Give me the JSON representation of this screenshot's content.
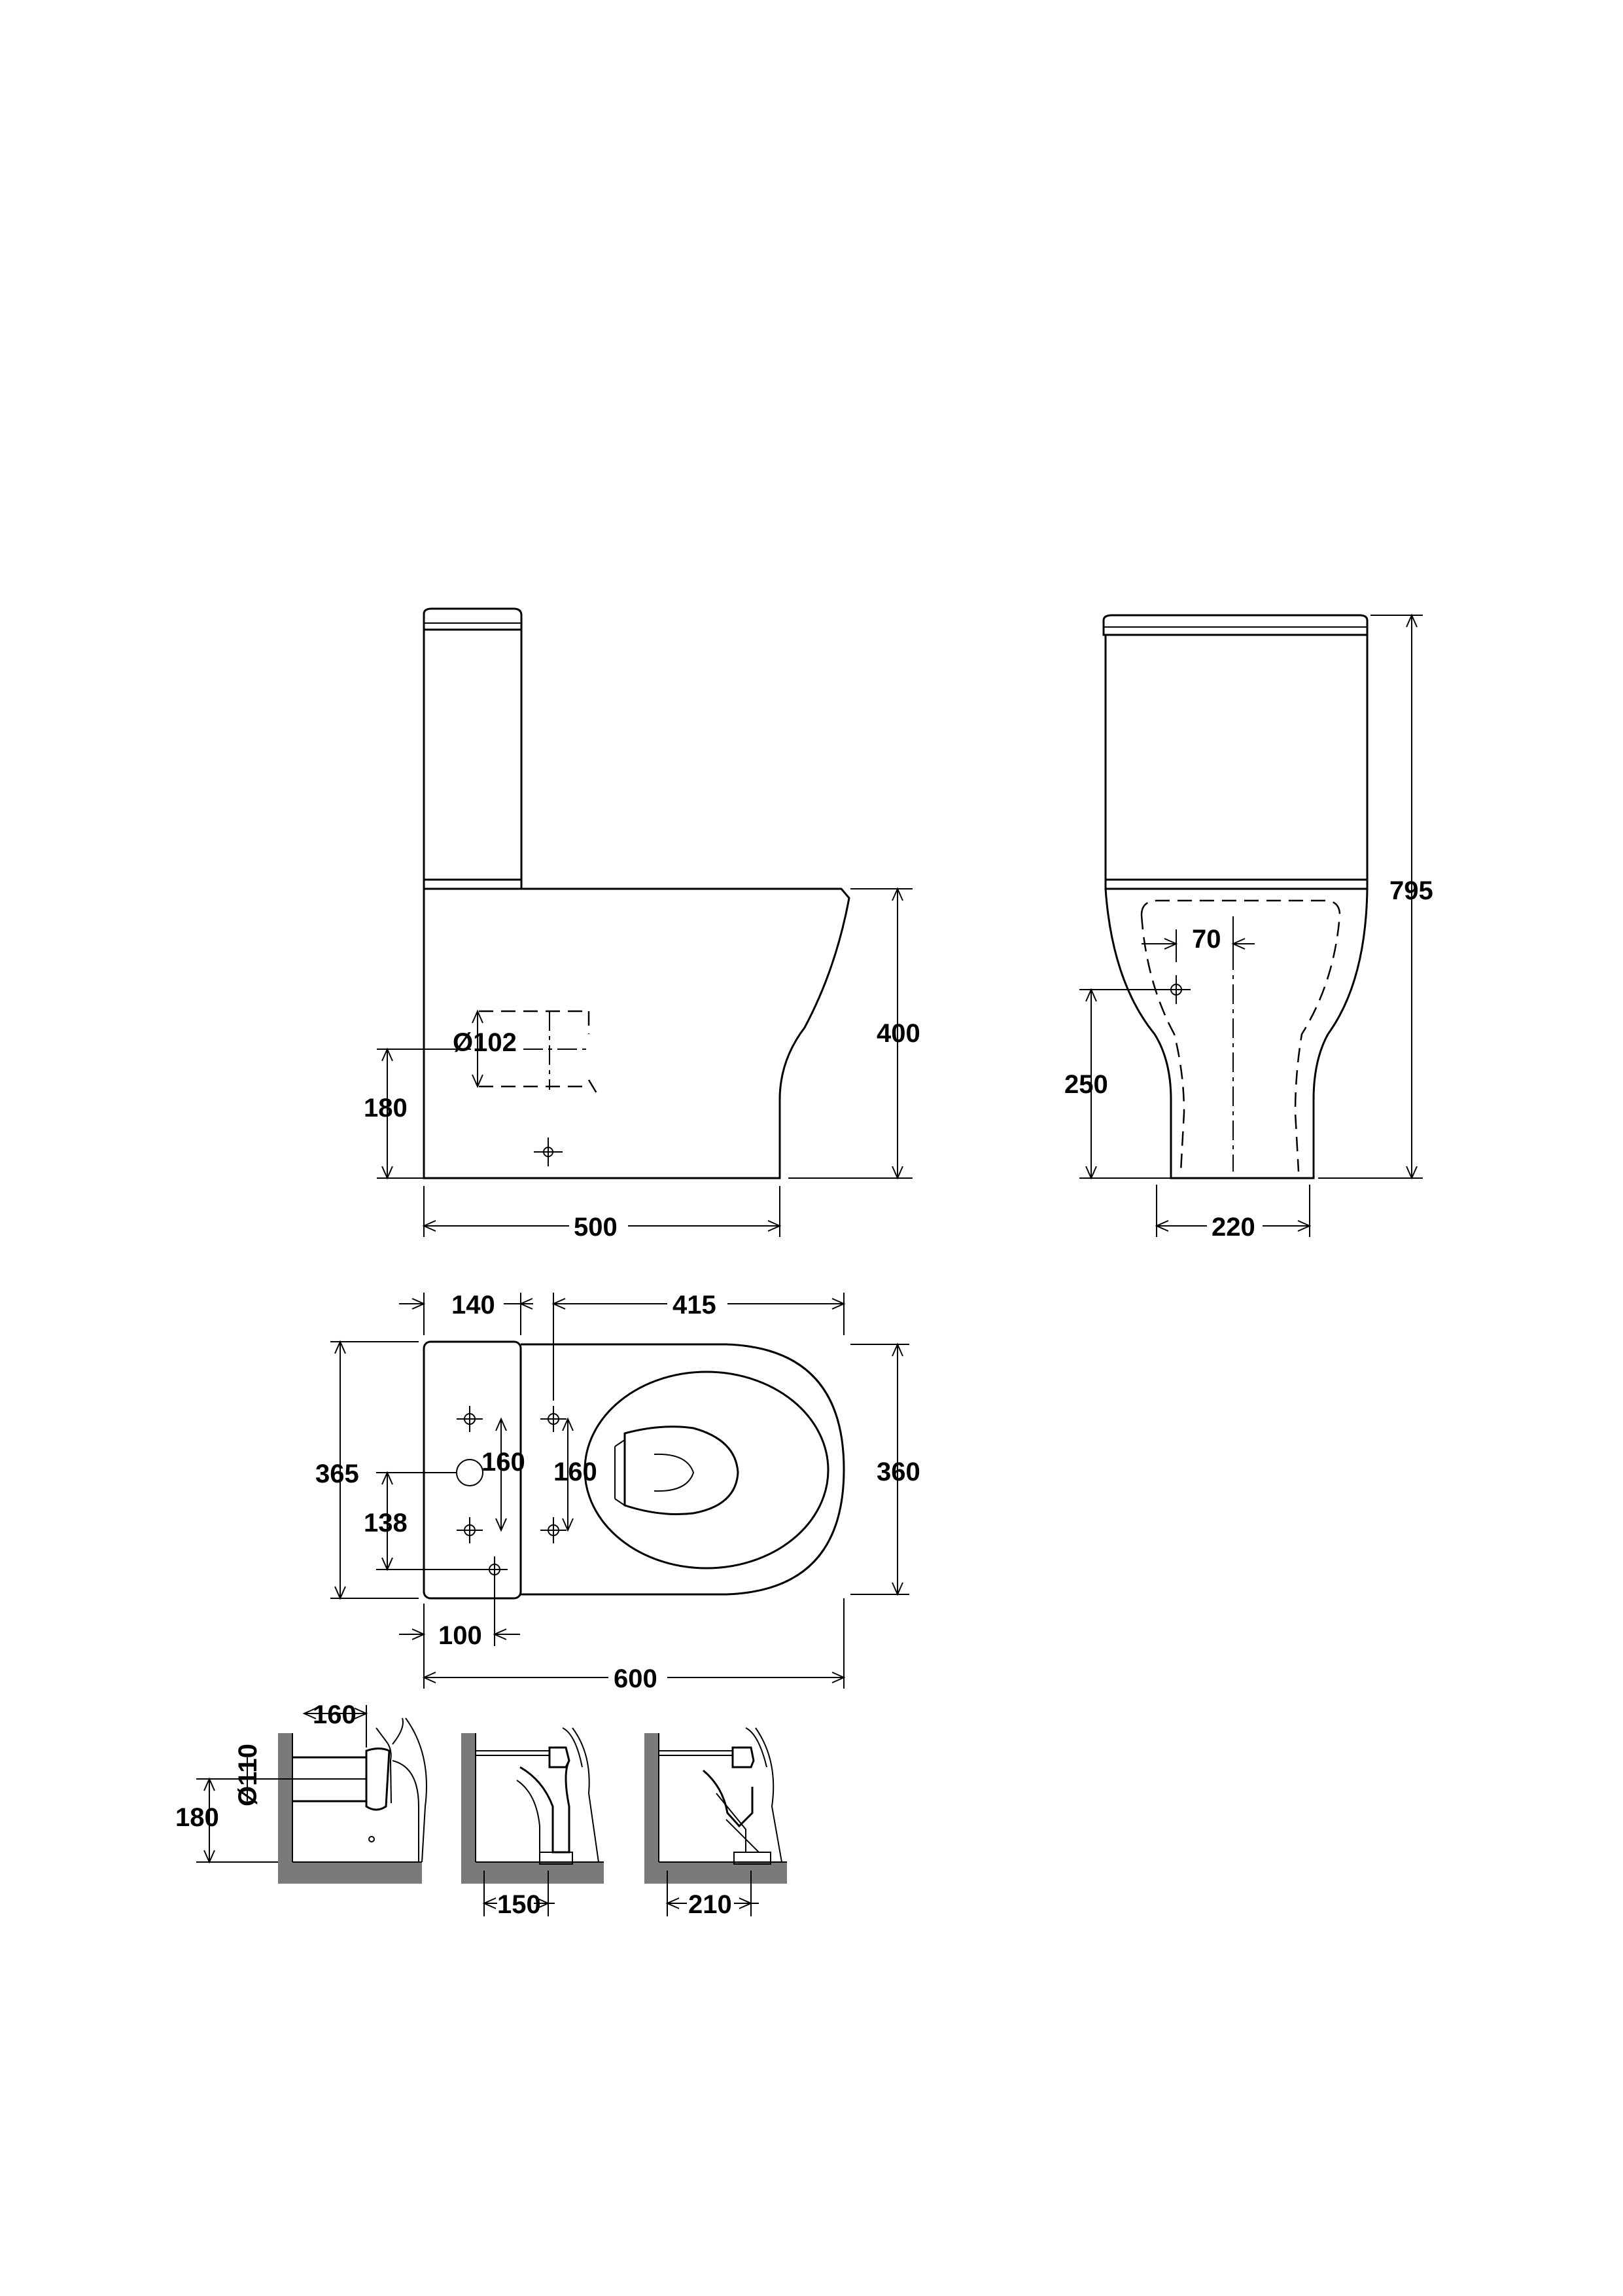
{
  "dimensions": {
    "side_view": {
      "height_pan": "400",
      "waste_height": "180",
      "waste_diameter": "Ø102",
      "depth": "500"
    },
    "front_view": {
      "overall_height": "795",
      "inlet_offset": "70",
      "inlet_height": "250",
      "foot_width": "220"
    },
    "plan_view": {
      "cistern_depth": "140",
      "bowl_length": "415",
      "cistern_width": "365",
      "bowl_width": "360",
      "fixing_spacing_left": "160",
      "fixing_spacing_right": "160",
      "waste_centre": "138",
      "inlet_offset": "100",
      "overall_length": "600"
    },
    "installation": {
      "wall_outlet_offset": "160",
      "pipe_diameter": "Ø110",
      "pipe_height": "180",
      "floor_outlet_150": "150",
      "floor_outlet_210": "210"
    }
  }
}
